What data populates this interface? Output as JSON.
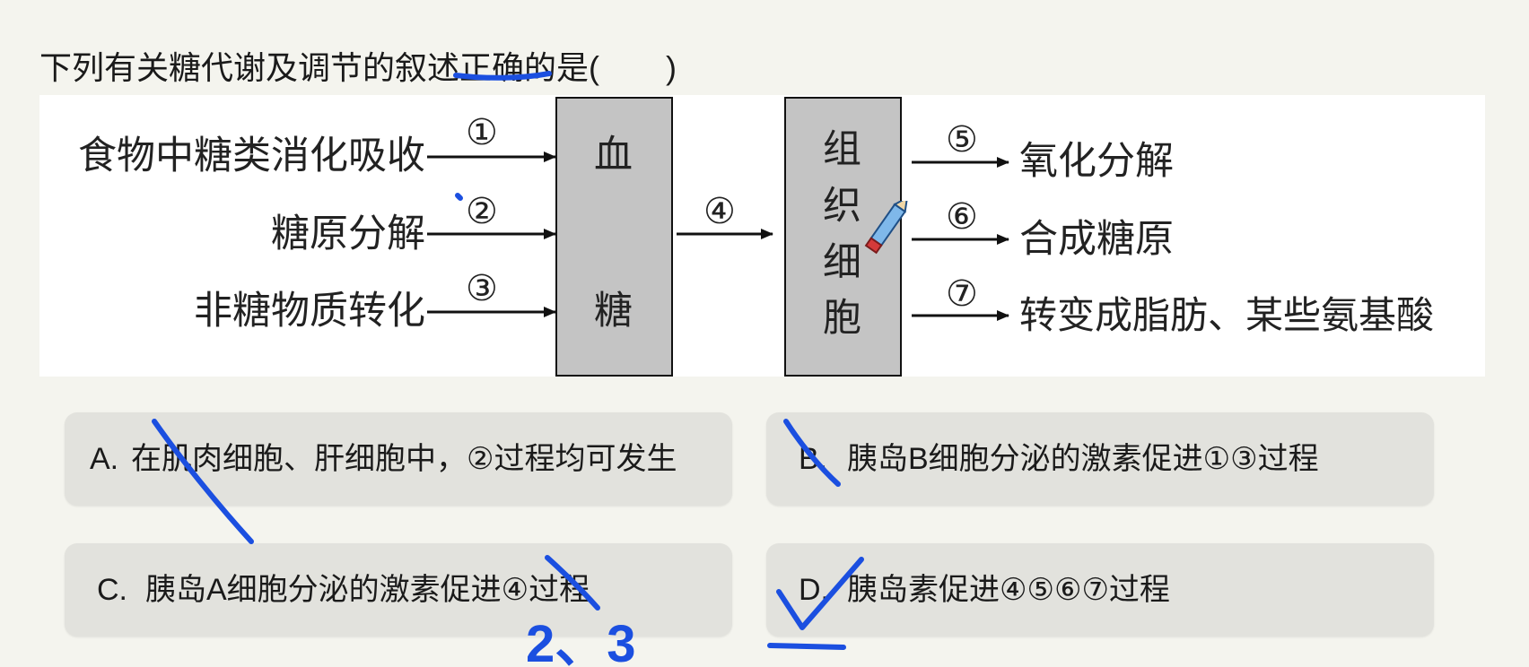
{
  "question": {
    "stem": "下列有关糖代谢及调节的叙述正确的是(",
    "blank_close": ")"
  },
  "diagram": {
    "sources": [
      "食物中糖类消化吸收",
      "糖原分解",
      "非糖物质转化"
    ],
    "source_markers": [
      "①",
      "②",
      "③"
    ],
    "blood_box": [
      "血",
      "糖"
    ],
    "middle_marker": "④",
    "cell_box": [
      "组",
      "织",
      "细",
      "胞"
    ],
    "outputs": [
      "氧化分解",
      "合成糖原",
      "转变成脂肪、某些氨基酸"
    ],
    "output_markers": [
      "⑤",
      "⑥",
      "⑦"
    ]
  },
  "options": [
    {
      "letter": "A.",
      "text": "在肌肉细胞、肝细胞中，②过程均可发生"
    },
    {
      "letter": "B.",
      "text": "胰岛B细胞分泌的激素促进①③过程"
    },
    {
      "letter": "C.",
      "text": "胰岛A细胞分泌的激素促进④过程"
    },
    {
      "letter": "D.",
      "text": "胰岛素促进④⑤⑥⑦过程"
    }
  ],
  "annotation": {
    "handwritten_note": "2、3"
  },
  "colors": {
    "ink": "#1b4fe0",
    "option_bg": "#e2e2dd",
    "box_fill": "#c4c4c4"
  }
}
